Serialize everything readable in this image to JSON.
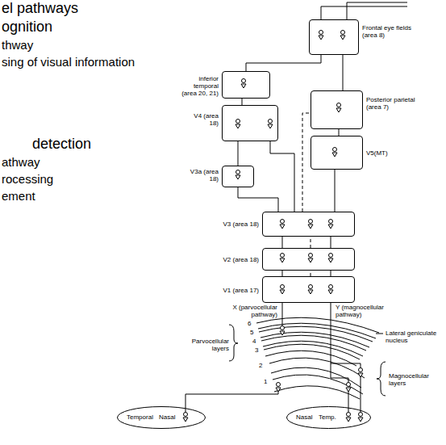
{
  "diagram": {
    "nodes": [
      {
        "text": [
          "Frontal eye fields (area 8)"
        ]
      },
      {
        "text": [
          "inferior temporal (area 20, 21)"
        ]
      },
      {
        "text": [
          "Posterior parietal (area 7)"
        ]
      },
      {
        "text": [
          "V4 (area 18)"
        ]
      },
      {
        "text": [
          "V5(MT)"
        ]
      },
      {
        "text": [
          "V3a (area 18)"
        ]
      },
      {
        "text": [
          "V3 (area 18)"
        ]
      },
      {
        "text": [
          "V2 (area 18)"
        ]
      },
      {
        "text": [
          "V1 (area 17)"
        ]
      },
      {
        "text": [
          "Lateral geniculate nucleus"
        ]
      },
      {
        "text": [
          "Temporal",
          "Nasal"
        ]
      },
      {
        "text": [
          "Nasal",
          "Temp."
        ]
      }
    ],
    "edges": [
      {
        "from": 10,
        "to": 9,
        "arrow": "none"
      },
      {
        "from": 11,
        "to": 9,
        "arrow": "none"
      },
      {
        "from": 11,
        "to": 9,
        "arrow": "none"
      },
      {
        "from": 9,
        "to": 8,
        "label": "X (parvocellular pathway)",
        "arrow": "none"
      },
      {
        "from": 9,
        "to": 8,
        "label": "Y (magnocellular pathway)",
        "arrow": "none"
      },
      {
        "from": 8,
        "to": 7,
        "arrow": "none"
      },
      {
        "from": 8,
        "to": 7,
        "arrow": "none"
      },
      {
        "from": 8,
        "to": 7,
        "arrow": "none"
      },
      {
        "from": 7,
        "to": 6,
        "arrow": "none"
      },
      {
        "from": 7,
        "to": 6,
        "arrow": "none"
      },
      {
        "from": 7,
        "to": 6,
        "arrow": "none"
      },
      {
        "from": 6,
        "to": 5,
        "arrow": "none"
      },
      {
        "from": 6,
        "to": 3,
        "arrow": "none"
      },
      {
        "from": 6,
        "to": 4,
        "arrow": "none"
      },
      {
        "from": 6,
        "to": 2,
        "arrow": "none"
      },
      {
        "from": 5,
        "to": 3,
        "arrow": "none"
      },
      {
        "from": 3,
        "to": 1,
        "arrow": "none"
      },
      {
        "from": 4,
        "to": 2,
        "arrow": "none"
      },
      {
        "from": 2,
        "to": 0,
        "arrow": "none"
      },
      {
        "from": 1,
        "to": 0,
        "arrow": "none"
      }
    ],
    "labels": [
      "el pathways",
      "ognition",
      "thway",
      "sing of visual information",
      "detection",
      "athway",
      "rocessing",
      "ement",
      "6",
      "5",
      "4",
      "3",
      "2",
      "1",
      "Parvocellular layers",
      "Magnocellular layers"
    ]
  }
}
